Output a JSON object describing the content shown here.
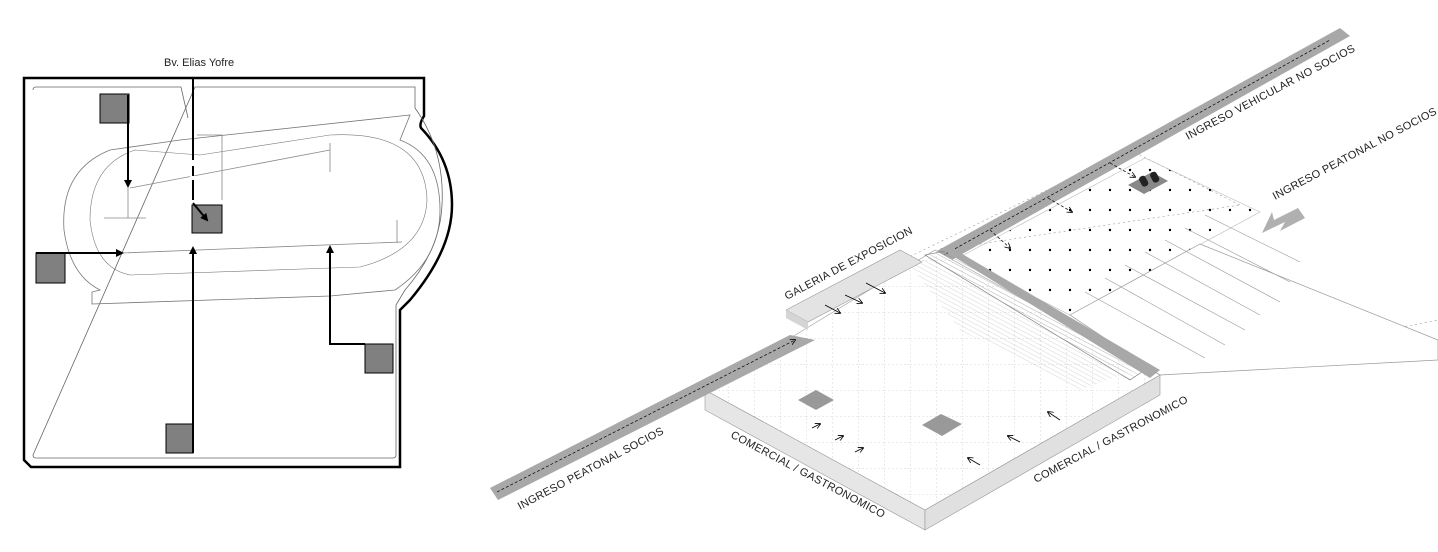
{
  "site_plan": {
    "street_label": "Bv. Elias Yofre"
  },
  "axonometric": {
    "labels": {
      "vehicular_entry": "INGRESO VEHICULAR NO SOCIOS",
      "pedestrian_non_members": "INGRESO PEATONAL NO SOCIOS",
      "gallery": "GALERIA DE EXPOSICION",
      "pedestrian_members": "INGRESO PEATONAL SOCIOS",
      "commercial_left": "COMERCIAL / GASTRONOMICO",
      "commercial_right": "COMERCIAL / GASTRONOMICO"
    }
  },
  "colors": {
    "block_fill": "#808080",
    "road_fill": "#a8a8a8",
    "platform_side": "#e6e6e6",
    "line": "#000000"
  }
}
